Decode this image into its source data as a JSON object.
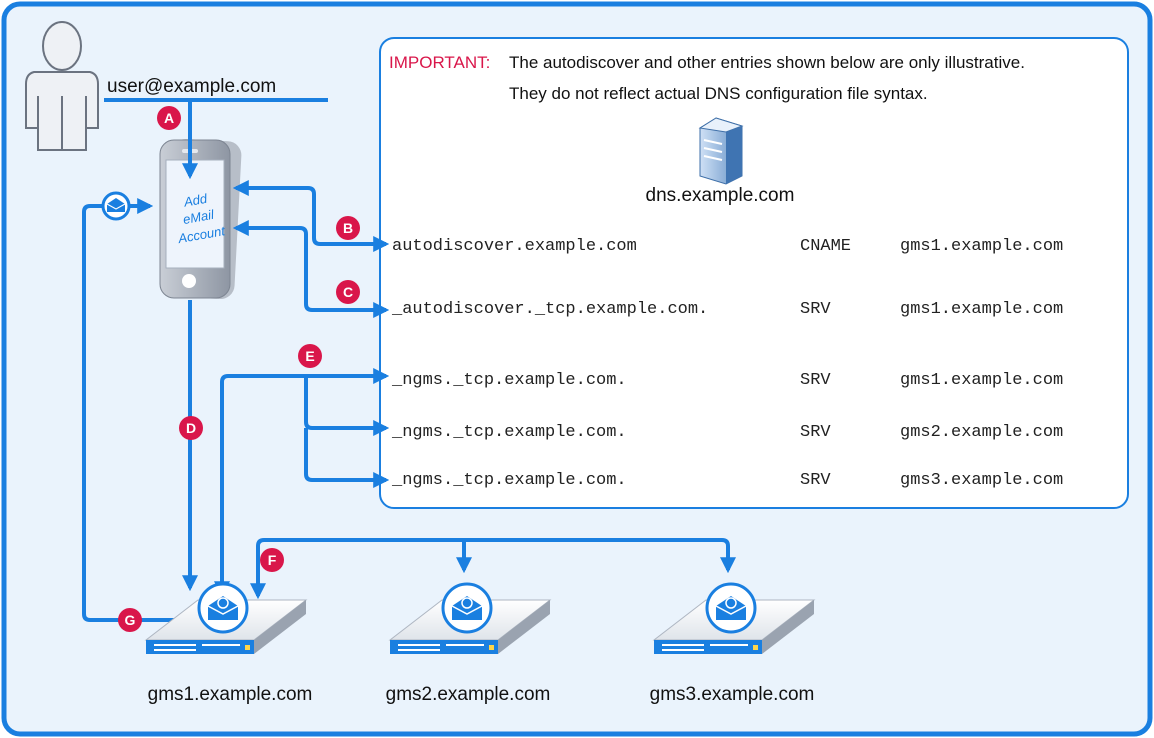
{
  "user": {
    "email": "user@example.com"
  },
  "notice": {
    "label": "IMPORTANT:",
    "line1": "The autodiscover and other entries shown below are only illustrative.",
    "line2": "They do not reflect actual DNS configuration file syntax."
  },
  "dns_server": {
    "name": "dns.example.com"
  },
  "phone": {
    "line1": "Add",
    "line2": "eMail",
    "line3": "Account"
  },
  "dns_records": [
    {
      "host": "autodiscover.example.com",
      "type": "CNAME",
      "target": "gms1.example.com"
    },
    {
      "host": "_autodiscover._tcp.example.com.",
      "type": "SRV",
      "target": "gms1.example.com"
    },
    {
      "host": "_ngms._tcp.example.com.",
      "type": "SRV",
      "target": "gms1.example.com"
    },
    {
      "host": "_ngms._tcp.example.com.",
      "type": "SRV",
      "target": "gms2.example.com"
    },
    {
      "host": "_ngms._tcp.example.com.",
      "type": "SRV",
      "target": "gms3.example.com"
    }
  ],
  "steps": [
    "A",
    "B",
    "C",
    "D",
    "E",
    "F",
    "G"
  ],
  "servers": [
    {
      "name": "gms1.example.com"
    },
    {
      "name": "gms2.example.com"
    },
    {
      "name": "gms3.example.com"
    }
  ],
  "colors": {
    "frame": "#1a7fe0",
    "arrow": "#1a7fe0",
    "badge": "#d9164a",
    "important": "#d9164a",
    "panel_bg": "#eaf3fc"
  }
}
